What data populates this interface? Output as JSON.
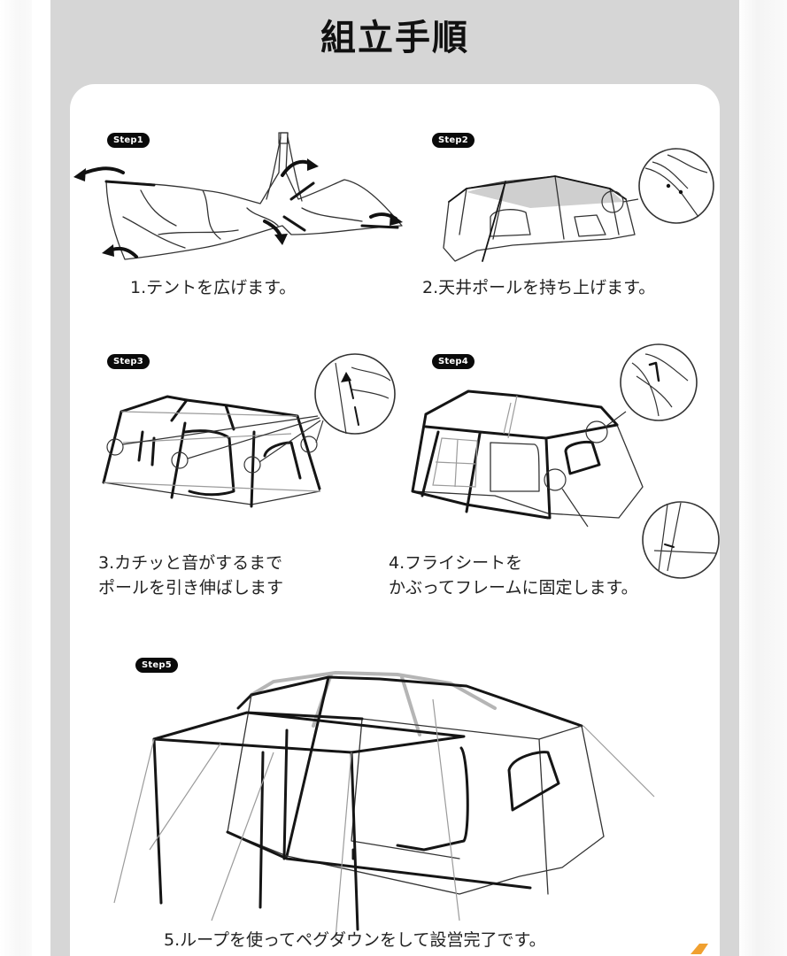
{
  "page": {
    "title": "組立手順",
    "colors": {
      "panel_background": "#d6d6d6",
      "card_background": "#ffffff",
      "badge_background": "#0a0a0a",
      "badge_text": "#ffffff",
      "text": "#222222",
      "accent_corner": "#f0a030"
    }
  },
  "steps": [
    {
      "badge": "Step1",
      "caption": "1.テントを広げます。",
      "illustration": "folded-tent-spread-arrows"
    },
    {
      "badge": "Step2",
      "caption": "2.天井ポールを持ち上げます。",
      "illustration": "tent-roof-pole-lift-with-detail-circle"
    },
    {
      "badge": "Step3",
      "caption_lines": [
        "3.カチッと音がするまで",
        "ポールを引き伸ばします"
      ],
      "illustration": "tent-frame-extend-with-detail-circle"
    },
    {
      "badge": "Step4",
      "caption_lines": [
        "4.フライシートを",
        "かぶってフレームに固定します。"
      ],
      "illustration": "tent-flysheet-with-two-detail-circles"
    },
    {
      "badge": "Step5",
      "caption": "5.ループを使ってペグダウンをして設営完了です。",
      "illustration": "tent-with-awning-poles-guy-lines"
    }
  ]
}
